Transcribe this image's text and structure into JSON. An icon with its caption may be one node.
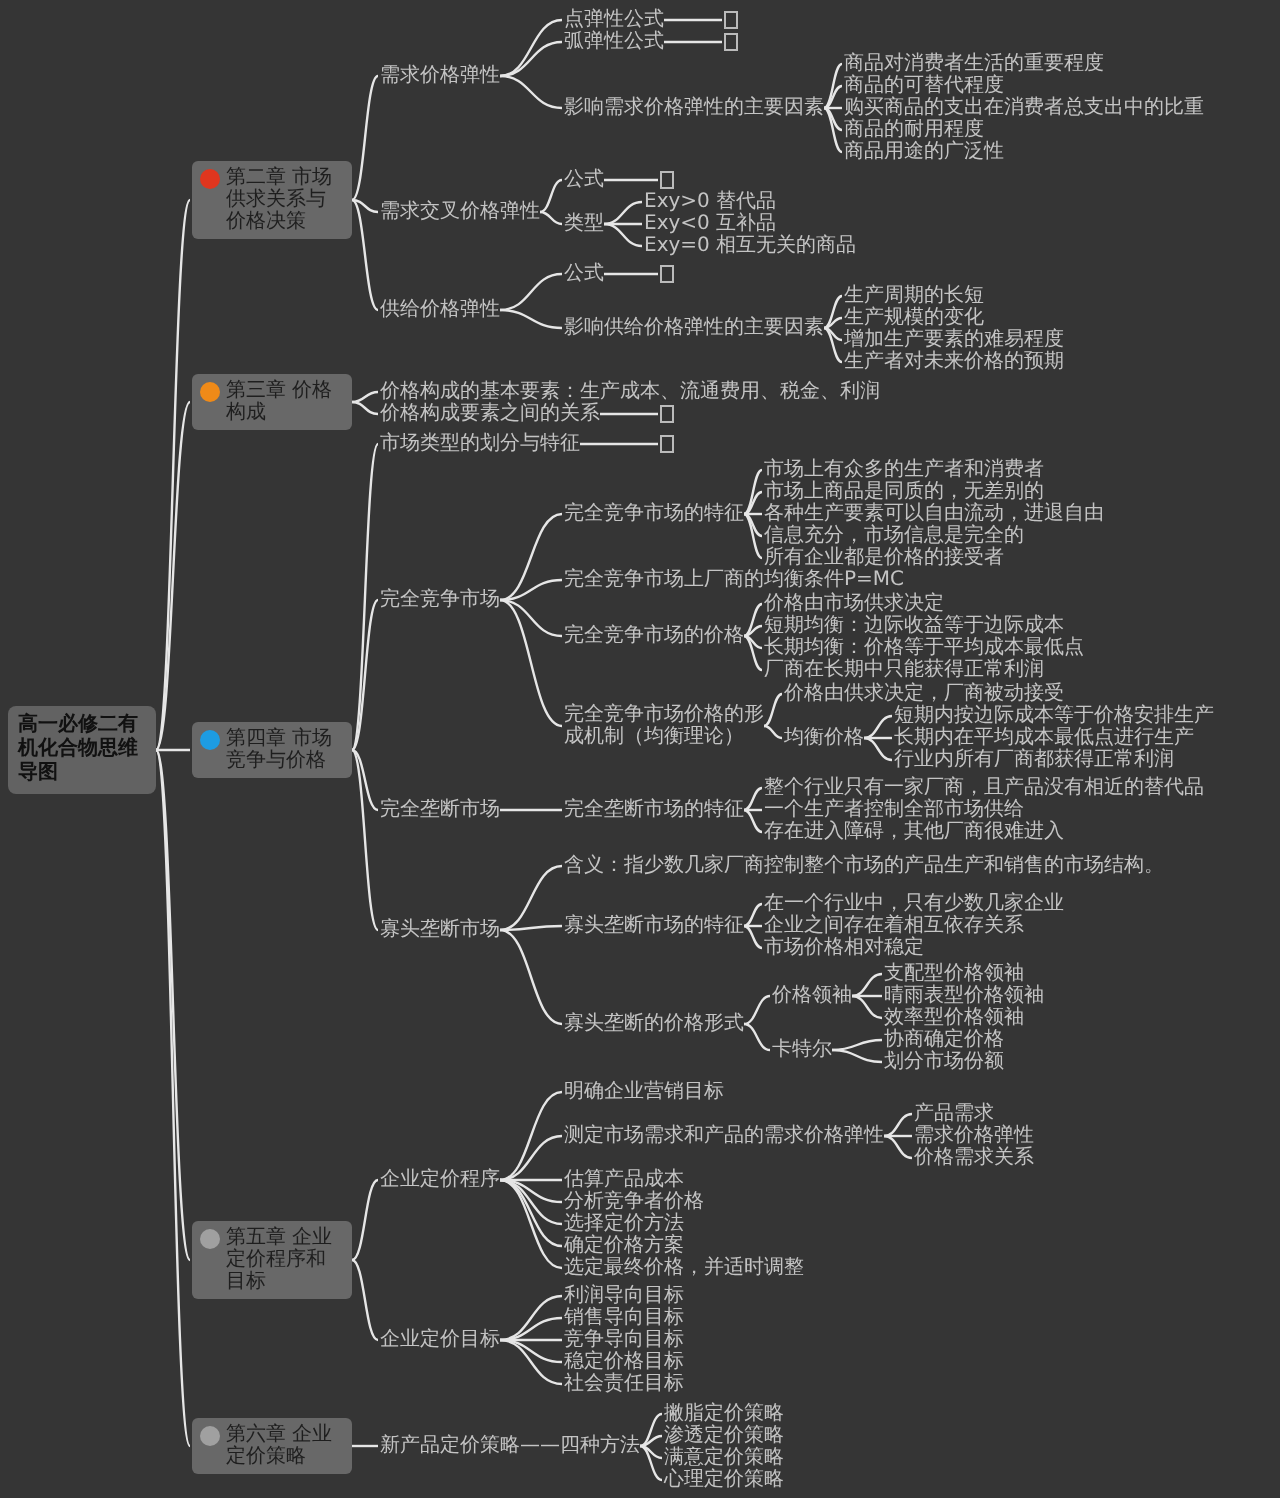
{
  "diagram": {
    "nodes": [
      {
        "text": [
          "高一必修二有机化合物思维导图"
        ]
      },
      {
        "text": [
          "第二章 市场供求关系与价格决策"
        ]
      },
      {
        "text": [
          "需求价格弹性"
        ]
      },
      {
        "text": [
          "点弹性公式"
        ]
      },
      {
        "text": [],
        "shape": "box"
      },
      {
        "text": [
          "弧弹性公式"
        ]
      },
      {
        "text": [],
        "shape": "box"
      },
      {
        "text": [
          "影响需求价格弹性的主要因素"
        ]
      },
      {
        "text": [
          "商品对消费者生活的重要程度"
        ]
      },
      {
        "text": [
          "商品的可替代程度"
        ]
      },
      {
        "text": [
          "购买商品的支出在消费者总支出中的比重"
        ]
      },
      {
        "text": [
          "商品的耐用程度"
        ]
      },
      {
        "text": [
          "商品用途的广泛性"
        ]
      },
      {
        "text": [
          "需求交叉价格弹性"
        ]
      },
      {
        "text": [
          "公式"
        ]
      },
      {
        "text": [],
        "shape": "box"
      },
      {
        "text": [
          "类型"
        ]
      },
      {
        "text": [
          "Exy>0 替代品"
        ]
      },
      {
        "text": [
          "Exy<0 互补品"
        ]
      },
      {
        "text": [
          "Exy=0 相互无关的商品"
        ]
      },
      {
        "text": [
          "供给价格弹性"
        ]
      },
      {
        "text": [
          "公式"
        ]
      },
      {
        "text": [],
        "shape": "box"
      },
      {
        "text": [
          "影响供给价格弹性的主要因素"
        ]
      },
      {
        "text": [
          "生产周期的长短"
        ]
      },
      {
        "text": [
          "生产规模的变化"
        ]
      },
      {
        "text": [
          "增加生产要素的难易程度"
        ]
      },
      {
        "text": [
          "生产者对未来价格的预期"
        ]
      },
      {
        "text": [
          "第三章 价格构成"
        ]
      },
      {
        "text": [
          "价格构成的基本要素：生产成本、流通费用、税金、利润"
        ]
      },
      {
        "text": [
          "价格构成要素之间的关系"
        ]
      },
      {
        "text": [],
        "shape": "box"
      },
      {
        "text": [
          "第四章 市场竞争与价格"
        ]
      },
      {
        "text": [
          "市场类型的划分与特征"
        ]
      },
      {
        "text": [],
        "shape": "box"
      },
      {
        "text": [
          "完全竞争市场"
        ]
      },
      {
        "text": [
          "完全竞争市场的特征"
        ]
      },
      {
        "text": [
          "市场上有众多的生产者和消费者"
        ]
      },
      {
        "text": [
          "市场上商品是同质的，无差别的"
        ]
      },
      {
        "text": [
          "各种生产要素可以自由流动，进退自由"
        ]
      },
      {
        "text": [
          "信息充分，市场信息是完全的"
        ]
      },
      {
        "text": [
          "所有企业都是价格的接受者"
        ]
      },
      {
        "text": [
          "完全竞争市场上厂商的均衡条件P=MC"
        ]
      },
      {
        "text": [
          "完全竞争市场的价格"
        ]
      },
      {
        "text": [
          "价格由市场供求决定"
        ]
      },
      {
        "text": [
          "短期均衡：边际收益等于边际成本"
        ]
      },
      {
        "text": [
          "长期均衡：价格等于平均成本最低点"
        ]
      },
      {
        "text": [
          "厂商在长期中只能获得正常利润"
        ]
      },
      {
        "text": [
          "完全竞争市场价格的形成机制（均衡理论）"
        ]
      },
      {
        "text": [
          "价格由供求决定，厂商被动接受"
        ]
      },
      {
        "text": [
          "均衡价格"
        ]
      },
      {
        "text": [
          "短期内按边际成本等于价格安排生产"
        ]
      },
      {
        "text": [
          "长期内在平均成本最低点进行生产"
        ]
      },
      {
        "text": [
          "行业内所有厂商都获得正常利润"
        ]
      },
      {
        "text": [
          "完全垄断市场"
        ]
      },
      {
        "text": [
          "完全垄断市场的特征"
        ]
      },
      {
        "text": [
          "整个行业只有一家厂商，且产品没有相近的替代品"
        ]
      },
      {
        "text": [
          "一个生产者控制全部市场供给"
        ]
      },
      {
        "text": [
          "存在进入障碍，其他厂商很难进入"
        ]
      },
      {
        "text": [
          "寡头垄断市场"
        ]
      },
      {
        "text": [
          "含义：指少数几家厂商控制整个市场的产品生产和销售的市场结构。"
        ]
      },
      {
        "text": [
          "寡头垄断市场的特征"
        ]
      },
      {
        "text": [
          "在一个行业中，只有少数几家企业"
        ]
      },
      {
        "text": [
          "企业之间存在着相互依存关系"
        ]
      },
      {
        "text": [
          "市场价格相对稳定"
        ]
      },
      {
        "text": [
          "寡头垄断的价格形式"
        ]
      },
      {
        "text": [
          "价格领袖"
        ]
      },
      {
        "text": [
          "支配型价格领袖"
        ]
      },
      {
        "text": [
          "晴雨表型价格领袖"
        ]
      },
      {
        "text": [
          "效率型价格领袖"
        ]
      },
      {
        "text": [
          "卡特尔"
        ]
      },
      {
        "text": [
          "协商确定价格"
        ]
      },
      {
        "text": [
          "划分市场份额"
        ]
      },
      {
        "text": [
          "第五章 企业定价程序和目标"
        ]
      },
      {
        "text": [
          "企业定价程序"
        ]
      },
      {
        "text": [
          "明确企业营销目标"
        ]
      },
      {
        "text": [
          "测定市场需求和产品的需求价格弹性"
        ]
      },
      {
        "text": [
          "产品需求"
        ]
      },
      {
        "text": [
          "需求价格弹性"
        ]
      },
      {
        "text": [
          "价格需求关系"
        ]
      },
      {
        "text": [
          "估算产品成本"
        ]
      },
      {
        "text": [
          "分析竞争者价格"
        ]
      },
      {
        "text": [
          "选择定价方法"
        ]
      },
      {
        "text": [
          "确定价格方案"
        ]
      },
      {
        "text": [
          "选定最终价格，并适时调整"
        ]
      },
      {
        "text": [
          "企业定价目标"
        ]
      },
      {
        "text": [
          "利润导向目标"
        ]
      },
      {
        "text": [
          "销售导向目标"
        ]
      },
      {
        "text": [
          "竞争导向目标"
        ]
      },
      {
        "text": [
          "稳定价格目标"
        ]
      },
      {
        "text": [
          "社会责任目标"
        ]
      },
      {
        "text": [
          "第六章 企业定价策略"
        ]
      },
      {
        "text": [
          "新产品定价策略——四种方法"
        ]
      },
      {
        "text": [
          "撇脂定价策略"
        ]
      },
      {
        "text": [
          "渗透定价策略"
        ]
      },
      {
        "text": [
          "满意定价策略"
        ]
      },
      {
        "text": [
          "心理定价策略"
        ]
      }
    ],
    "edges": [
      {
        "from": 0,
        "to": 1,
        "arrow": "none"
      },
      {
        "from": 1,
        "to": 2,
        "arrow": "none"
      },
      {
        "from": 2,
        "to": 3,
        "arrow": "none"
      },
      {
        "from": 3,
        "to": 4,
        "arrow": "none"
      },
      {
        "from": 2,
        "to": 5,
        "arrow": "none"
      },
      {
        "from": 5,
        "to": 6,
        "arrow": "none"
      },
      {
        "from": 2,
        "to": 7,
        "arrow": "none"
      },
      {
        "from": 7,
        "to": 8,
        "arrow": "none"
      },
      {
        "from": 7,
        "to": 9,
        "arrow": "none"
      },
      {
        "from": 7,
        "to": 10,
        "arrow": "none"
      },
      {
        "from": 7,
        "to": 11,
        "arrow": "none"
      },
      {
        "from": 7,
        "to": 12,
        "arrow": "none"
      },
      {
        "from": 1,
        "to": 13,
        "arrow": "none"
      },
      {
        "from": 13,
        "to": 14,
        "arrow": "none"
      },
      {
        "from": 14,
        "to": 15,
        "arrow": "none"
      },
      {
        "from": 13,
        "to": 16,
        "arrow": "none"
      },
      {
        "from": 16,
        "to": 17,
        "arrow": "none"
      },
      {
        "from": 16,
        "to": 18,
        "arrow": "none"
      },
      {
        "from": 16,
        "to": 19,
        "arrow": "none"
      },
      {
        "from": 1,
        "to": 20,
        "arrow": "none"
      },
      {
        "from": 20,
        "to": 21,
        "arrow": "none"
      },
      {
        "from": 21,
        "to": 22,
        "arrow": "none"
      },
      {
        "from": 20,
        "to": 23,
        "arrow": "none"
      },
      {
        "from": 23,
        "to": 24,
        "arrow": "none"
      },
      {
        "from": 23,
        "to": 25,
        "arrow": "none"
      },
      {
        "from": 23,
        "to": 26,
        "arrow": "none"
      },
      {
        "from": 23,
        "to": 27,
        "arrow": "none"
      },
      {
        "from": 0,
        "to": 28,
        "arrow": "none"
      },
      {
        "from": 28,
        "to": 29,
        "arrow": "none"
      },
      {
        "from": 28,
        "to": 30,
        "arrow": "none"
      },
      {
        "from": 30,
        "to": 31,
        "arrow": "none"
      },
      {
        "from": 0,
        "to": 32,
        "arrow": "none"
      },
      {
        "from": 32,
        "to": 33,
        "arrow": "none"
      },
      {
        "from": 33,
        "to": 34,
        "arrow": "none"
      },
      {
        "from": 32,
        "to": 35,
        "arrow": "none"
      },
      {
        "from": 35,
        "to": 36,
        "arrow": "none"
      },
      {
        "from": 36,
        "to": 37,
        "arrow": "none"
      },
      {
        "from": 36,
        "to": 38,
        "arrow": "none"
      },
      {
        "from": 36,
        "to": 39,
        "arrow": "none"
      },
      {
        "from": 36,
        "to": 40,
        "arrow": "none"
      },
      {
        "from": 36,
        "to": 41,
        "arrow": "none"
      },
      {
        "from": 35,
        "to": 42,
        "arrow": "none"
      },
      {
        "from": 35,
        "to": 43,
        "arrow": "none"
      },
      {
        "from": 43,
        "to": 44,
        "arrow": "none"
      },
      {
        "from": 43,
        "to": 45,
        "arrow": "none"
      },
      {
        "from": 43,
        "to": 46,
        "arrow": "none"
      },
      {
        "from": 43,
        "to": 47,
        "arrow": "none"
      },
      {
        "from": 35,
        "to": 48,
        "arrow": "none"
      },
      {
        "from": 48,
        "to": 49,
        "arrow": "none"
      },
      {
        "from": 48,
        "to": 50,
        "arrow": "none"
      },
      {
        "from": 50,
        "to": 51,
        "arrow": "none"
      },
      {
        "from": 50,
        "to": 52,
        "arrow": "none"
      },
      {
        "from": 50,
        "to": 53,
        "arrow": "none"
      },
      {
        "from": 32,
        "to": 54,
        "arrow": "none"
      },
      {
        "from": 54,
        "to": 55,
        "arrow": "none"
      },
      {
        "from": 55,
        "to": 56,
        "arrow": "none"
      },
      {
        "from": 55,
        "to": 57,
        "arrow": "none"
      },
      {
        "from": 55,
        "to": 58,
        "arrow": "none"
      },
      {
        "from": 32,
        "to": 59,
        "arrow": "none"
      },
      {
        "from": 59,
        "to": 60,
        "arrow": "none"
      },
      {
        "from": 59,
        "to": 61,
        "arrow": "none"
      },
      {
        "from": 61,
        "to": 62,
        "arrow": "none"
      },
      {
        "from": 61,
        "to": 63,
        "arrow": "none"
      },
      {
        "from": 61,
        "to": 64,
        "arrow": "none"
      },
      {
        "from": 59,
        "to": 65,
        "arrow": "none"
      },
      {
        "from": 65,
        "to": 66,
        "arrow": "none"
      },
      {
        "from": 66,
        "to": 67,
        "arrow": "none"
      },
      {
        "from": 66,
        "to": 68,
        "arrow": "none"
      },
      {
        "from": 66,
        "to": 69,
        "arrow": "none"
      },
      {
        "from": 65,
        "to": 70,
        "arrow": "none"
      },
      {
        "from": 70,
        "to": 71,
        "arrow": "none"
      },
      {
        "from": 70,
        "to": 72,
        "arrow": "none"
      },
      {
        "from": 0,
        "to": 73,
        "arrow": "none"
      },
      {
        "from": 73,
        "to": 74,
        "arrow": "none"
      },
      {
        "from": 74,
        "to": 75,
        "arrow": "none"
      },
      {
        "from": 74,
        "to": 76,
        "arrow": "none"
      },
      {
        "from": 76,
        "to": 77,
        "arrow": "none"
      },
      {
        "from": 76,
        "to": 78,
        "arrow": "none"
      },
      {
        "from": 76,
        "to": 79,
        "arrow": "none"
      },
      {
        "from": 74,
        "to": 80,
        "arrow": "none"
      },
      {
        "from": 74,
        "to": 81,
        "arrow": "none"
      },
      {
        "from": 74,
        "to": 82,
        "arrow": "none"
      },
      {
        "from": 74,
        "to": 83,
        "arrow": "none"
      },
      {
        "from": 74,
        "to": 84,
        "arrow": "none"
      },
      {
        "from": 73,
        "to": 85,
        "arrow": "none"
      },
      {
        "from": 85,
        "to": 86,
        "arrow": "none"
      },
      {
        "from": 85,
        "to": 87,
        "arrow": "none"
      },
      {
        "from": 85,
        "to": 88,
        "arrow": "none"
      },
      {
        "from": 85,
        "to": 89,
        "arrow": "none"
      },
      {
        "from": 85,
        "to": 90,
        "arrow": "none"
      },
      {
        "from": 0,
        "to": 91,
        "arrow": "none"
      },
      {
        "from": 91,
        "to": 92,
        "arrow": "none"
      },
      {
        "from": 92,
        "to": 93,
        "arrow": "none"
      },
      {
        "from": 92,
        "to": 94,
        "arrow": "none"
      },
      {
        "from": 92,
        "to": 95,
        "arrow": "none"
      },
      {
        "from": 92,
        "to": 96,
        "arrow": "none"
      }
    ]
  }
}
